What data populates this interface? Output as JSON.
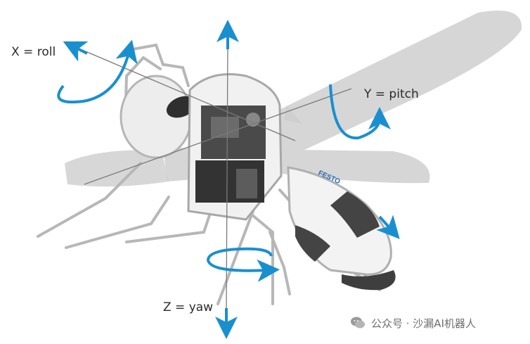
{
  "labels": {
    "roll": "X = roll",
    "pitch": "Y = pitch",
    "yaw": "Z = yaw"
  },
  "brand_text": "FESTO",
  "watermark": {
    "text": "公众号 · 沙漏AI机器人",
    "icon": "wechat-icon"
  },
  "colors": {
    "arrow": "#1a8fd0",
    "wing": "#cfcfcf",
    "frame": "#b9b9b9",
    "dark": "#3a3a3a"
  }
}
